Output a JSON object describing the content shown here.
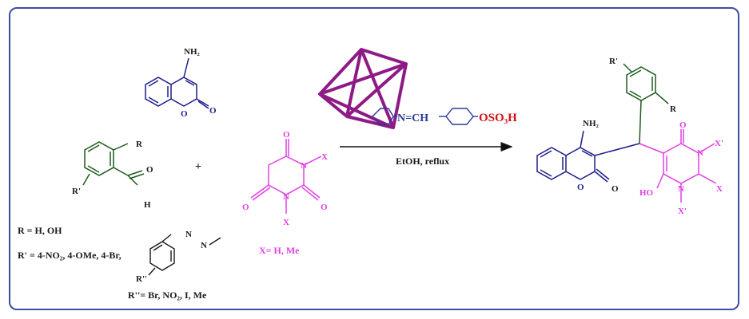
{
  "colors": {
    "frame": "#3f4ea0",
    "coumarin": "#1c1c8c",
    "aldehyde": "#1e5a1e",
    "barbiturate": "#e040e0",
    "catalyst_cage": "#8e1a86",
    "catalyst_linker": "#2a3a9a",
    "catalyst_acid": "#d01010"
  },
  "coumarin": {
    "nh2": "NH₂",
    "o_ring": "O",
    "o_carbonyl": "O"
  },
  "plus_sign": "+",
  "aldehyde": {
    "r": "R",
    "r_prime": "R'",
    "o": "O",
    "h": "H"
  },
  "barbiturate": {
    "o_top": "O",
    "o_left": "O",
    "o_right": "O",
    "n1": "N",
    "n2": "N",
    "x_right": "X",
    "x_bottom": "X"
  },
  "catalyst": {
    "linker": "N=CH",
    "acid_group": "OSO₃H"
  },
  "arrow": {
    "conditions": "EtOH, reflux"
  },
  "product": {
    "r_prime": "R'",
    "r": "R",
    "nh2": "NH₂",
    "o_ring": "O",
    "o_carbonyl": "O",
    "o_top": "O",
    "n_top": "N",
    "x_top": "X'",
    "x_side": "X",
    "ho": "HO",
    "n_bottom": "N",
    "x_bottom": "X'"
  },
  "definitions": {
    "r_line": "R = H, OH",
    "r_prime_line": "R' = 4-NO₂, 4-OMe, 4-Br,",
    "azo_n1": "N",
    "azo_n2": "N",
    "r_double_prime_label": "R''",
    "r_double_prime_line": "R''= Br, NO₂, I, Me",
    "x_line": "X= H, Me"
  }
}
